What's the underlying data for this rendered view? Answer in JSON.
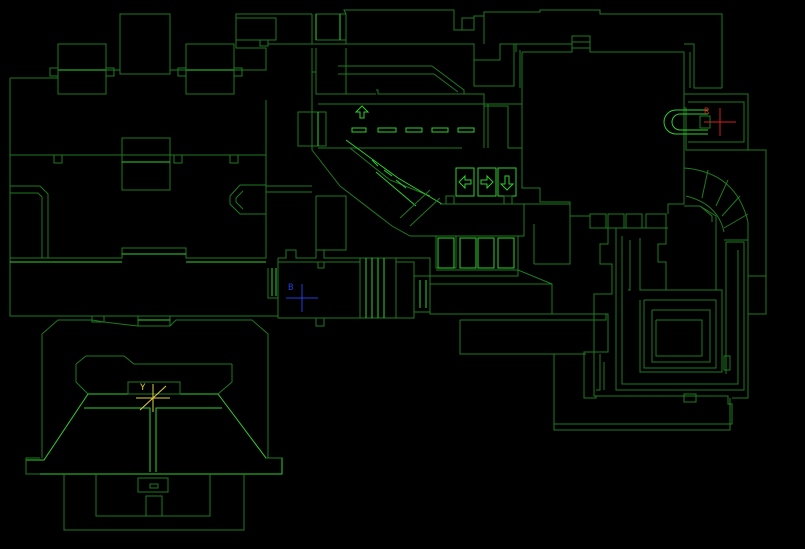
{
  "map": {
    "wall_color": "#1f7a1f",
    "wall_highlight_color": "#2fd02f",
    "background_color": "#000000",
    "markers": [
      {
        "id": "R",
        "label": "R",
        "color": "#d02020"
      },
      {
        "id": "B",
        "label": "B",
        "color": "#2040e0"
      },
      {
        "id": "Y",
        "label": "Y",
        "color": "#e0d040"
      }
    ],
    "arrow_icons": [
      "arrow-up-icon",
      "arrow-left-icon",
      "arrow-right-icon",
      "arrow-down-icon"
    ]
  }
}
